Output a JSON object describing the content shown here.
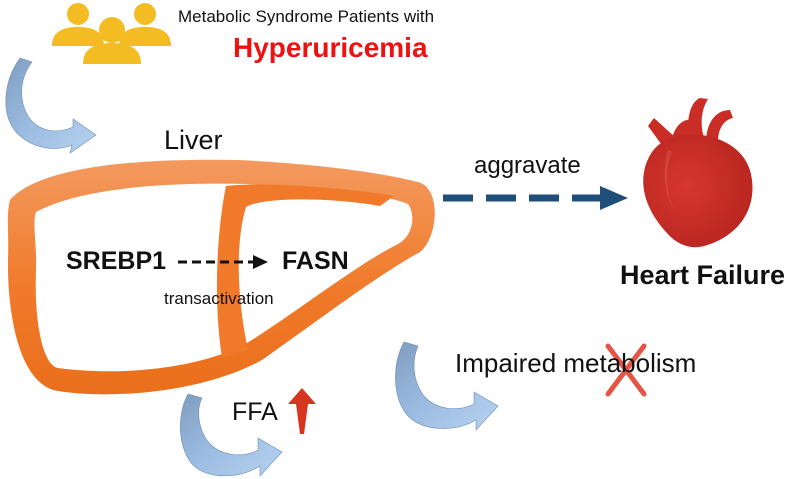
{
  "header": {
    "patients_text": "Metabolic Syndrome Patients with",
    "condition_text": "Hyperuricemia"
  },
  "liver": {
    "label": "Liver",
    "gene_from": "SREBP1",
    "gene_to": "FASN",
    "relation": "transactivation"
  },
  "outcome": {
    "arrow_label": "aggravate",
    "result": "Heart Failure"
  },
  "bottom": {
    "metabolism_text": "Impaired metabolism",
    "ffa_text": "FFA"
  },
  "icons": {
    "people": "people-group-icon",
    "heart": "heart-icon",
    "up_arrow": "up-arrow-icon",
    "cross": "cross-mark-icon"
  },
  "colors": {
    "liver_orange": "#f07a2a",
    "condition_red": "#ee1111",
    "heart_red": "#c92d26",
    "dashed_arrow": "#1f4e79",
    "curved_arrow_blue": "#8fb3dd",
    "people_yellow": "#f3bc22",
    "increase_red": "#d63520"
  }
}
